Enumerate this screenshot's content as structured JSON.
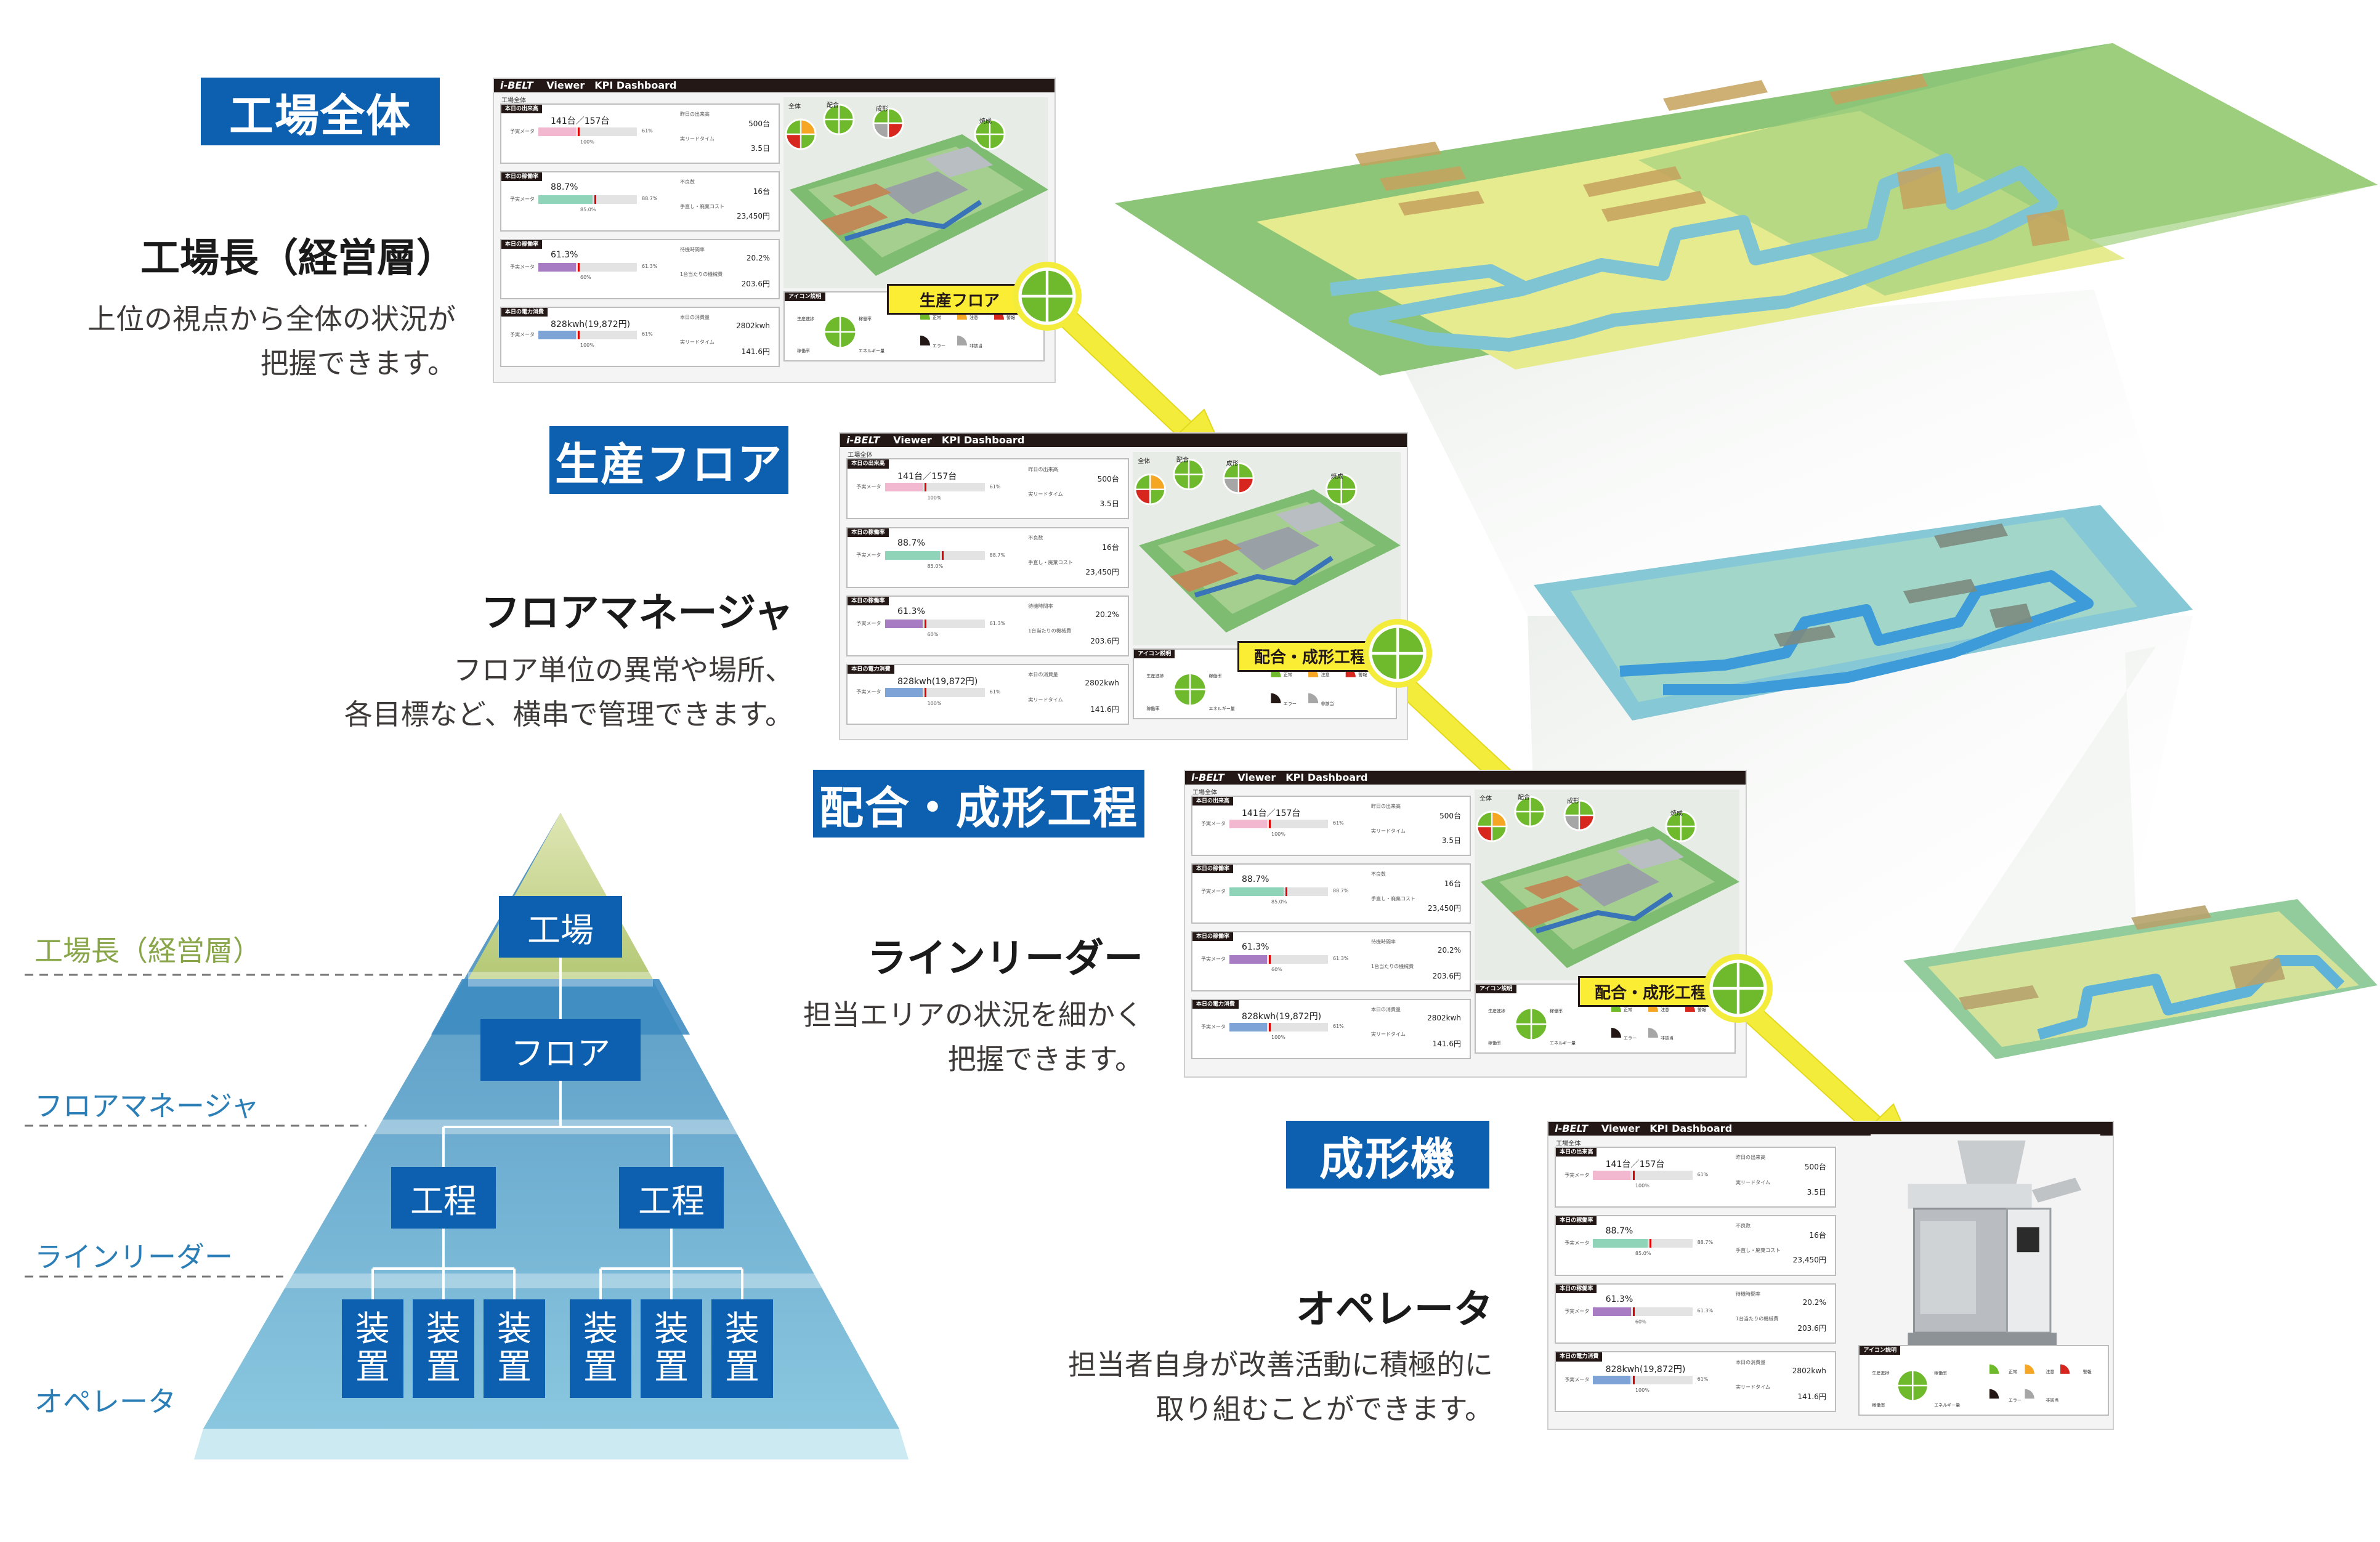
{
  "colors": {
    "label_blue": "#0d5fb0",
    "arrow_yellow": "#f4ec3a",
    "status_normal": "#6fba2c",
    "status_caution": "#f5a623",
    "status_warning": "#d7261e",
    "status_error": "#231815",
    "status_unknown": "#a6a6a6"
  },
  "levels": [
    {
      "label": "工場全体",
      "role": "工場長（経営層）",
      "desc": [
        "上位の視点から全体の状況が",
        "把握できます。"
      ]
    },
    {
      "label": "生産フロア",
      "role": "フロアマネージャ",
      "desc": [
        "フロア単位の異常や場所、",
        "各目標など、横串で管理できます。"
      ]
    },
    {
      "label": "配合・成形工程",
      "role": "ラインリーダー",
      "desc": [
        "担当エリアの状況を細かく",
        "把握できます。"
      ]
    },
    {
      "label": "成形機",
      "role": "オペレータ",
      "desc": [
        "担当者自身が改善活動に積極的に",
        "取り組むことができます。"
      ]
    }
  ],
  "dashboard": {
    "brand": "i-BELT",
    "title": "Viewer　KPI Dashboard",
    "scope": "工場全体",
    "kpis": [
      {
        "caption": "本日の出来高",
        "big": "141台／157台",
        "meter": "予実メータ",
        "pct_under": "100%",
        "pct_right": "61%",
        "fill": 0.61,
        "fill_color": "#f2b8cf",
        "items": [
          {
            "label": "昨日の出来高",
            "value": "500台"
          },
          {
            "label": "実リードタイム",
            "value": "3.5日"
          }
        ]
      },
      {
        "caption": "本日の稼働率",
        "big": "88.7%",
        "meter": "予実メータ",
        "pct_under": "85.0%",
        "pct_right": "88.7%",
        "fill": 0.887,
        "fill_color": "#8fd3b8",
        "items": [
          {
            "label": "不良数",
            "value": "16台"
          },
          {
            "label": "手直し・廃棄コスト",
            "value": "23,450円"
          }
        ]
      },
      {
        "caption": "本日の稼働率",
        "big": "61.3%",
        "meter": "予実メータ",
        "pct_under": "60%",
        "pct_right": "61.3%",
        "fill": 0.613,
        "fill_color": "#a77cc2",
        "items": [
          {
            "label": "待機時間率",
            "value": "20.2%"
          },
          {
            "label": "1台当たりの機械費",
            "value": "203.6円"
          }
        ]
      },
      {
        "caption": "本日の電力消費",
        "big": "828kwh(19,872円)",
        "meter": "予実メータ",
        "pct_under": "100%",
        "pct_right": "61%",
        "fill": 0.61,
        "fill_color": "#7ea3d6",
        "items": [
          {
            "label": "本日の消費量",
            "value": "2802kwh"
          },
          {
            "label": "実リードタイム",
            "value": "141.6円"
          }
        ]
      }
    ],
    "zones": [
      "全体",
      "配合",
      "成形",
      "焼成"
    ],
    "legend": {
      "caption": "アイコン説明",
      "items": [
        "生産進捗",
        "稼働率",
        "稼働率",
        "エネルギー量"
      ],
      "statuses": [
        "正常",
        "注意",
        "警報",
        "エラー",
        "非該当"
      ]
    }
  },
  "callouts": [
    "生産フロア",
    "配合・成形工程",
    "配合・成形工程"
  ],
  "pyramid": {
    "levels": [
      "工場長（経営層）",
      "フロアマネージャ",
      "ラインリーダー",
      "オペレータ"
    ],
    "level_colors": [
      "#8aa64b",
      "#2b7fb6",
      "#2b7fb6",
      "#2b7fb6"
    ],
    "boxes": {
      "top": "工場",
      "floor": "フロア",
      "process": [
        "工程",
        "工程"
      ],
      "device": [
        "装置",
        "装置",
        "装置",
        "装置",
        "装置",
        "装置"
      ]
    }
  }
}
